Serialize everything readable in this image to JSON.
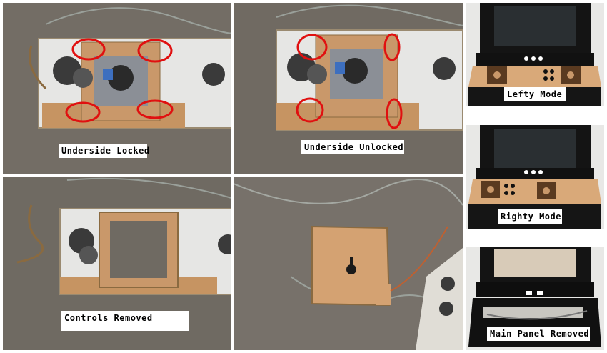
{
  "captions": {
    "p1": "Underside Locked",
    "p2": "Underside Unlocked",
    "p3": "Lefty Mode",
    "p4": "Righty Mode",
    "p5": "Controls Removed",
    "p7": "Main Panel Removed"
  },
  "colors": {
    "carpet": "#6f6a62",
    "wood": "#c9986a",
    "highlight_circle": "#e01010",
    "cabinet": "#101010",
    "frame": "#ffffff"
  }
}
